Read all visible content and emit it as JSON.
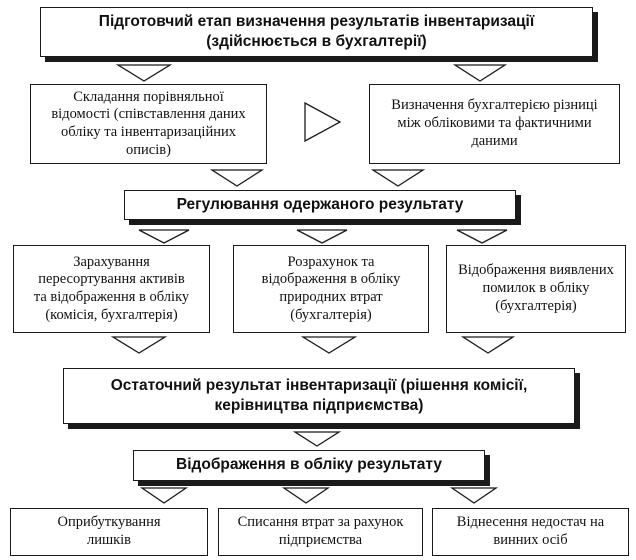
{
  "diagram": {
    "stage1": {
      "title": "Підготовчий етап визначення результатів інвентаризації\n(здійснюється в бухгалтерії)",
      "left_box": "Складання порівняльної\nвідомості (співставлення даних\nобліку та інвентаризаційних\nописів)",
      "right_box": "Визначення бухгалтерією різниці\nміж обліковими та фактичними\nданими"
    },
    "stage2": {
      "title": "Регулювання одержаного результату",
      "boxes": [
        "Зарахування\nпересортування активів\nта відображення в обліку\n(комісія, бухгалтерія)",
        "Розрахунок та\nвідображення в обліку\nприродних втрат\n(бухгалтерія)",
        "Відображення виявлених\nпомилок в обліку\n(бухгалтерія)"
      ]
    },
    "stage3": {
      "title": "Остаточний результат інвентаризації (рішення комісії,\nкерівництва підприємства)"
    },
    "stage4": {
      "title": "Відображення в обліку результату",
      "boxes": [
        "Оприбуткування\nлишків",
        "Списання втрат за рахунок\nпідприємства",
        "Віднесення недостач на\nвинних осіб"
      ]
    }
  }
}
